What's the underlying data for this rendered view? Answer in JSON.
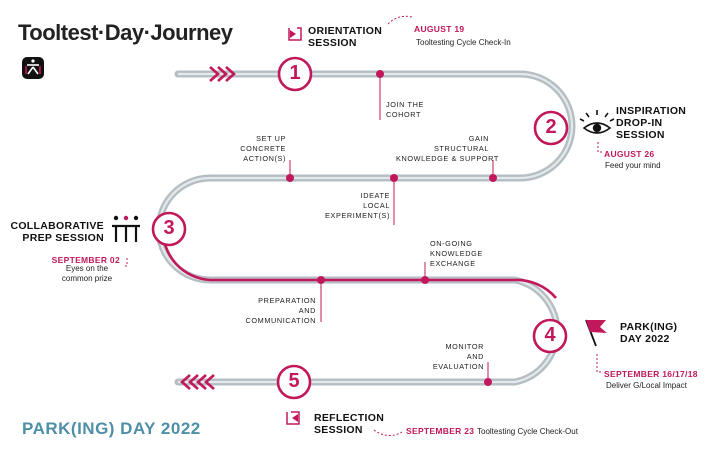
{
  "title": "Tooltest·Day·Journey",
  "footer_title": "PARK(ING) DAY 2022",
  "colors": {
    "accent": "#c2185b",
    "track": "#a8b3b8",
    "teal": "#4e8fa6"
  },
  "stages": [
    {
      "number": "1",
      "heading_lines": [
        "ORIENTATION",
        "SESSION"
      ],
      "date": "AUGUST 19",
      "subtitle": "Tooltesting Cycle Check-In",
      "icon": "enter-door-icon"
    },
    {
      "number": "2",
      "heading_lines": [
        "INSPIRATION",
        "DROP-IN",
        "SESSION"
      ],
      "date": "AUGUST 26",
      "subtitle": "Feed your mind",
      "icon": "eye-icon"
    },
    {
      "number": "3",
      "heading_lines": [
        "COLLABORATIVE",
        "PREP SESSION"
      ],
      "date": "SEPTEMBER 02",
      "subtitle_lines": [
        "Eyes on the",
        "common prize"
      ],
      "icon": "people-table-icon"
    },
    {
      "number": "4",
      "heading_lines": [
        "PARK(ING)",
        "DAY 2022"
      ],
      "date": "SEPTEMBER 16/17/18",
      "subtitle": "Deliver G/Local Impact",
      "icon": "flag-icon"
    },
    {
      "number": "5",
      "heading_lines": [
        "REFLECTION",
        "SESSION"
      ],
      "date": "SEPTEMBER 23",
      "subtitle": "Tooltesting Cycle Check-Out",
      "icon": "exit-door-icon"
    }
  ],
  "activities": [
    {
      "lines": [
        "JOIN THE",
        "COHORT"
      ]
    },
    {
      "lines": [
        "SET UP",
        "CONCRETE",
        "ACTION(S)"
      ]
    },
    {
      "lines": [
        "GAIN",
        "STRUCTURAL",
        "KNOWLEDGE & SUPPORT"
      ]
    },
    {
      "lines": [
        "IDEATE",
        "LOCAL",
        "EXPERIMENT(S)"
      ]
    },
    {
      "lines": [
        "ON-GOING",
        "KNOWLEDGE",
        "EXCHANGE"
      ]
    },
    {
      "lines": [
        "PREPARATION",
        "AND",
        "COMMUNICATION"
      ]
    },
    {
      "lines": [
        "MONITOR",
        "AND",
        "EVALUATION"
      ]
    }
  ]
}
